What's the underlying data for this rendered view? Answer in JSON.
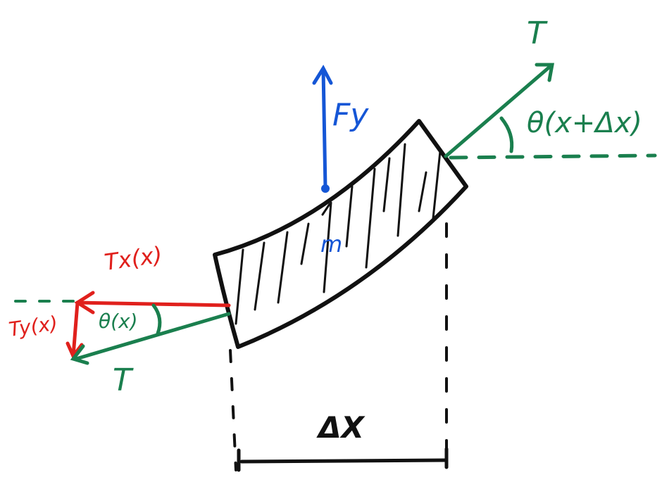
{
  "colors": {
    "tension": "#1a7f4e",
    "components": "#e0201c",
    "force": "#1556d6",
    "outline": "#111111"
  },
  "labels": {
    "tension_right": "T",
    "angle_right": "θ(x+Δx)",
    "force": "Fy",
    "mass": "m",
    "tx_component": "Tx(x)",
    "ty_component": "Ty(x)",
    "angle_left": "θ(x)",
    "tension_left": "T",
    "width": "ΔX"
  }
}
